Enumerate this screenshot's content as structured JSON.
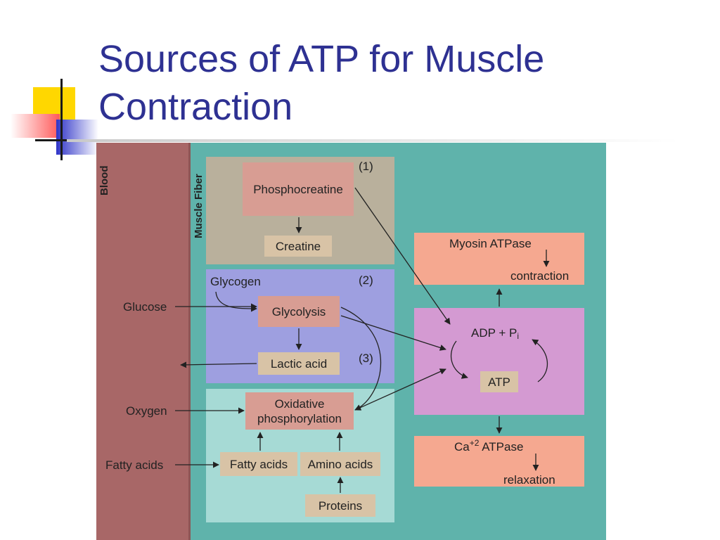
{
  "slide": {
    "title_line1": "Sources of ATP for Muscle",
    "title_line2": "Contraction"
  },
  "diagram": {
    "regions": {
      "blood": "Blood",
      "muscle_fiber": "Muscle Fiber"
    },
    "steps": {
      "step1": "(1)",
      "step2": "(2)",
      "step3": "(3)"
    },
    "nodes": {
      "phosphocreatine": "Phosphocreatine",
      "creatine": "Creatine",
      "glycogen": "Glycogen",
      "glycolysis": "Glycolysis",
      "lactic_acid": "Lactic acid",
      "oxidative_line1": "Oxidative",
      "oxidative_line2": "phosphorylation",
      "fatty_acids_inner": "Fatty acids",
      "amino_acids": "Amino acids",
      "proteins": "Proteins",
      "glucose": "Glucose",
      "oxygen": "Oxygen",
      "fatty_acids_outer": "Fatty acids",
      "myosin_atpase": "Myosin ATPase",
      "contraction": "contraction",
      "adp_text": "ADP + P",
      "adp_sub": "i",
      "atp": "ATP",
      "ca_text": "Ca",
      "ca_sup": "+2",
      "ca_atpase": " ATPase",
      "relaxation": "relaxation"
    },
    "colors": {
      "title": "#2e3192",
      "background": "#5fb3ab",
      "blood": "#a86767",
      "phosphocreatine_panel": "#b9b09c",
      "glycolysis_panel": "#9e9fe0",
      "oxidative_panel": "#a6dad5"
    }
  }
}
